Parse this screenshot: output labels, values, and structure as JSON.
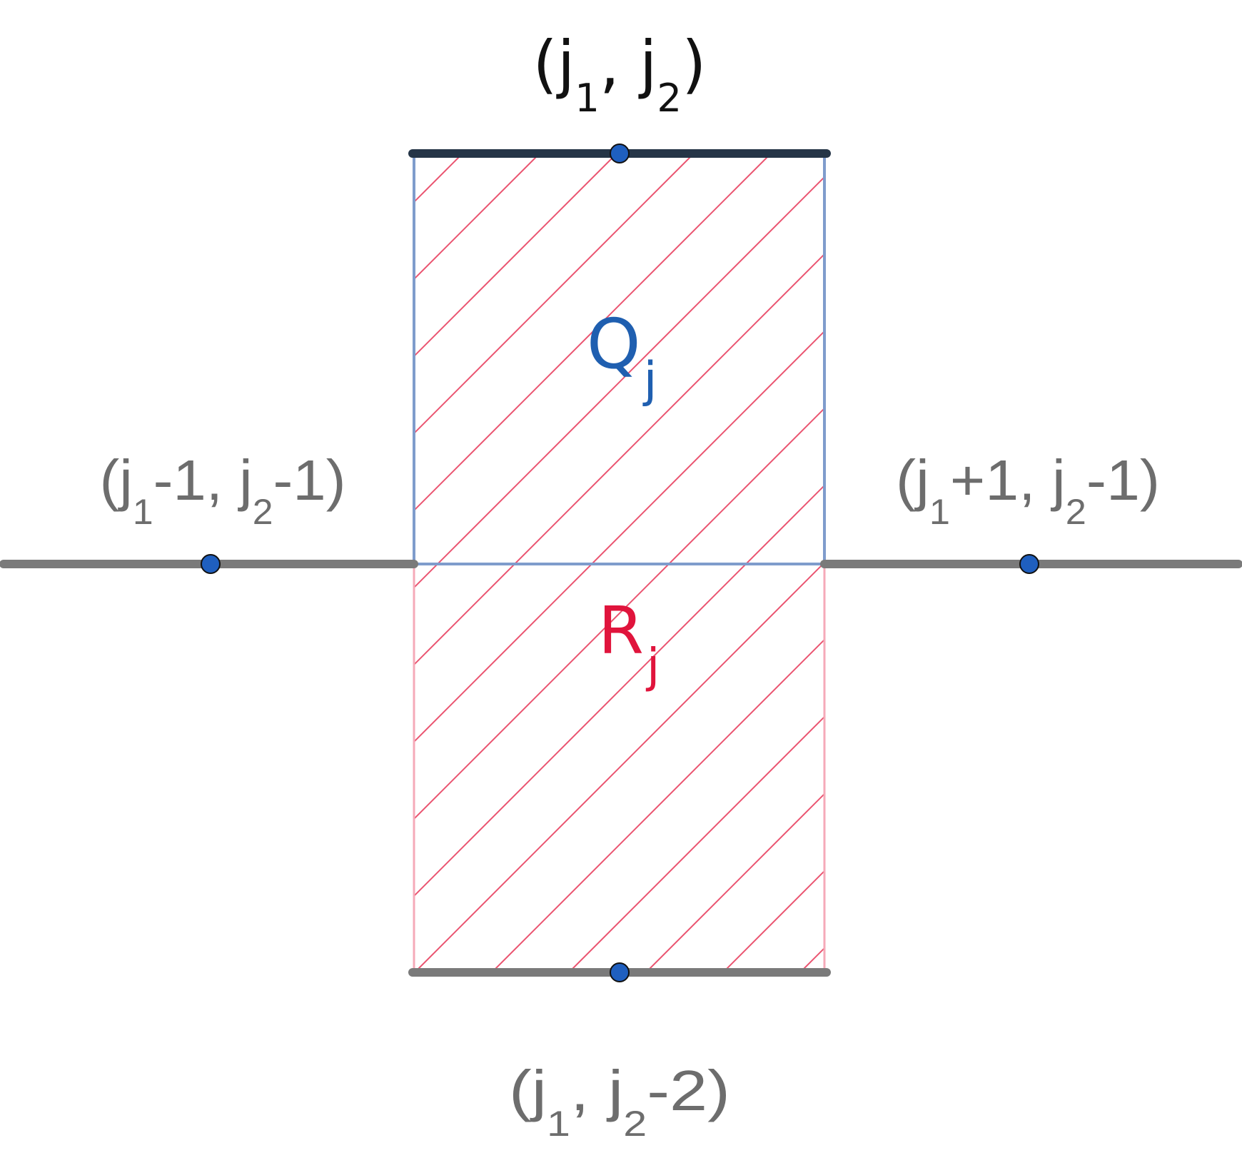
{
  "labels": {
    "top": {
      "pre": "(j",
      "s1": "1",
      "mid": ", j",
      "s2": "2",
      "post": ")"
    },
    "left": {
      "pre": "(j",
      "s1": "1",
      "mid": "-1, j",
      "s2": "2",
      "post": "-1)"
    },
    "right": {
      "pre": "(j",
      "s1": "1",
      "mid": "+1, j",
      "s2": "2",
      "post": "-1)"
    },
    "bottom": {
      "pre": "(j",
      "s1": "1",
      "mid": ", j",
      "s2": "2",
      "post": "-2)"
    },
    "q": {
      "main": "Q",
      "sub": "j"
    },
    "r": {
      "main": "R",
      "sub": "j"
    }
  },
  "colors": {
    "dark_segment": "#253547",
    "grey_segment": "#7a7a7a",
    "q_border": "#7f9ccc",
    "r_border": "#f5aab8",
    "hatch": "#ea5470",
    "dot_fill": "#1f5fbf",
    "q_label": "#1f5fb0",
    "r_label": "#e0143c"
  }
}
